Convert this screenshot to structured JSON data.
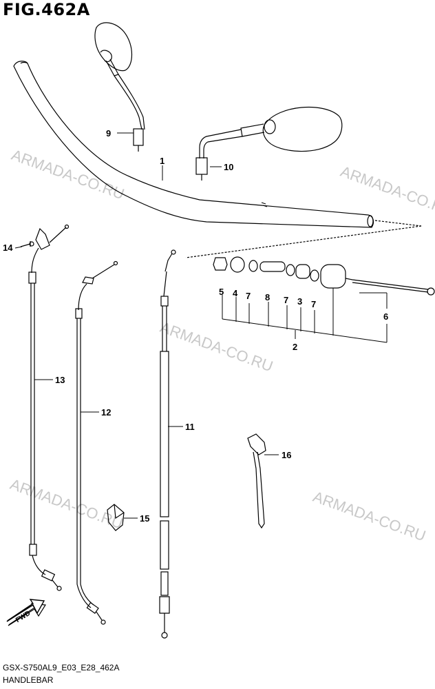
{
  "figure": {
    "title": "FIG.462A",
    "code": "GSX-S750AL9_E03_E28_462A",
    "section": "HANDLEBAR"
  },
  "watermark": "ARMADA-CO.RU",
  "fwd_label": "FWD",
  "callouts": {
    "handlebar": "1",
    "balancer_set": "2",
    "balancer_3": "3",
    "spacer_4": "4",
    "nut_5": "5",
    "screw_6": "6",
    "washer_7a": "7",
    "washer_7b": "7",
    "washer_7c": "7",
    "collar_8": "8",
    "mirror_left": "9",
    "mirror_right": "10",
    "cable_11": "11",
    "cable_12": "12",
    "cable_13": "13",
    "bolt_14": "14",
    "clamp_15": "15",
    "clamp_16": "16"
  }
}
